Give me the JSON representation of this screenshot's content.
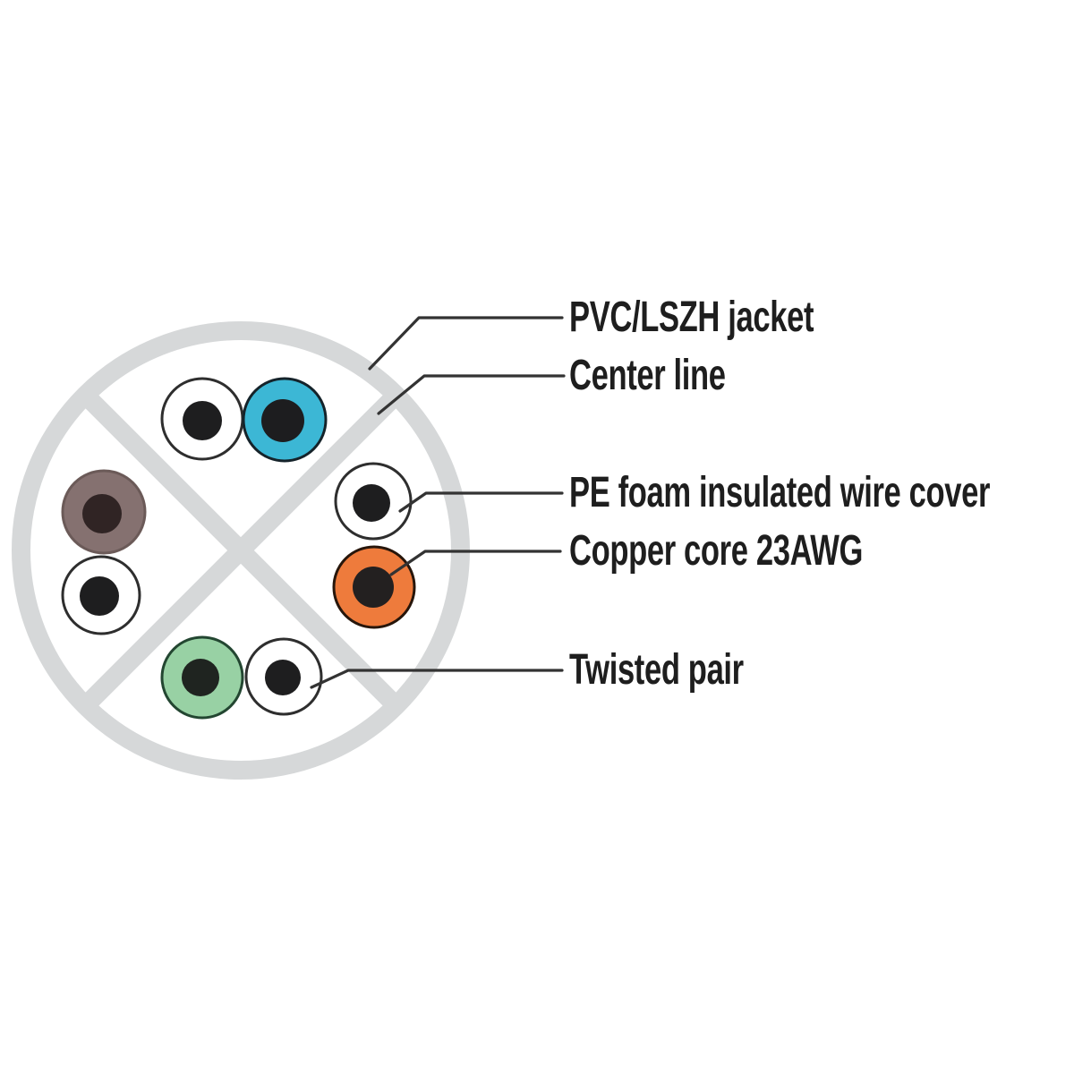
{
  "diagram": {
    "kind": "network-cable-cross-section",
    "background_color": "#ffffff",
    "jacket_color": "#d6d8d9",
    "leader_line_color": "#333333",
    "text_color": "#1e1e1e"
  },
  "labels": [
    {
      "id": "jacket",
      "text": "PVC/LSZH jacket"
    },
    {
      "id": "center-line",
      "text": "Center line"
    },
    {
      "id": "pe-foam",
      "text": "PE foam insulated wire cover"
    },
    {
      "id": "copper-core",
      "text": "Copper core 23AWG"
    },
    {
      "id": "twisted-pair",
      "text": "Twisted pair"
    }
  ],
  "wires": [
    {
      "id": "pair1-wire-white",
      "pair": 1,
      "color": "#ffffff",
      "outline": "#2e2e2e",
      "core": "#1e1e1f"
    },
    {
      "id": "pair1-wire-blue",
      "pair": 1,
      "color": "#3cb7d5",
      "outline": "#15232a",
      "core": "#1d1d1f"
    },
    {
      "id": "pair2-wire-brown",
      "pair": 2,
      "color": "#857170",
      "outline": "#6b5a58",
      "core": "#302424"
    },
    {
      "id": "pair2-wire-white",
      "pair": 2,
      "color": "#ffffff",
      "outline": "#2e2e2e",
      "core": "#1e1e1f"
    },
    {
      "id": "pair3-wire-white",
      "pair": 3,
      "color": "#ffffff",
      "outline": "#2e2e2e",
      "core": "#1e1e1f"
    },
    {
      "id": "pair3-wire-orange",
      "pair": 3,
      "color": "#ee7b3c",
      "outline": "#27160b",
      "core": "#232020"
    },
    {
      "id": "pair4-wire-green",
      "pair": 4,
      "color": "#98d1a4",
      "outline": "#234631",
      "core": "#1f2420"
    },
    {
      "id": "pair4-wire-white",
      "pair": 4,
      "color": "#ffffff",
      "outline": "#2e2e2e",
      "core": "#1e1e1f"
    }
  ]
}
